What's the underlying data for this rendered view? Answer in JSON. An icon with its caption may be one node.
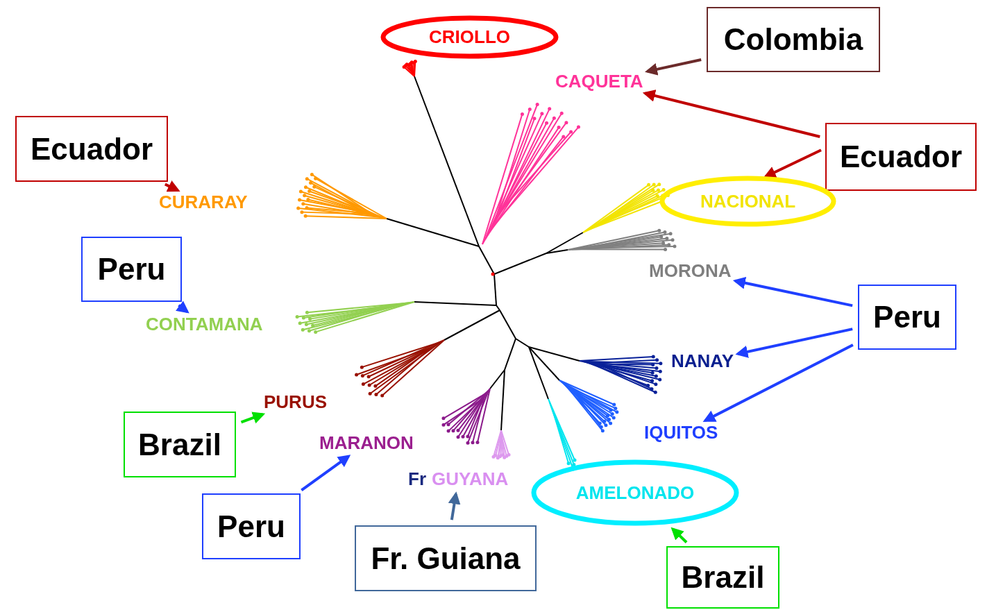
{
  "diagram": {
    "nodes": [
      {
        "text": [
          "CRIOLLO"
        ]
      },
      {
        "text": [
          "Colombia"
        ]
      },
      {
        "text": [
          "CAQUETA"
        ]
      },
      {
        "text": [
          "Ecuador"
        ]
      },
      {
        "text": [
          "Ecuador"
        ]
      },
      {
        "text": [
          "CURARAY"
        ]
      },
      {
        "text": [
          "NACIONAL"
        ]
      },
      {
        "text": [
          "Peru"
        ]
      },
      {
        "text": [
          "MORONA"
        ]
      },
      {
        "text": [
          "Peru"
        ]
      },
      {
        "text": [
          "CONTAMANA"
        ]
      },
      {
        "text": [
          "NANAY"
        ]
      },
      {
        "text": [
          "PURUS"
        ]
      },
      {
        "text": [
          "Brazil"
        ]
      },
      {
        "text": [
          "IQUITOS"
        ]
      },
      {
        "text": [
          "MARANON"
        ]
      },
      {
        "text": [
          "Fr",
          "GUYANA"
        ]
      },
      {
        "text": [
          "Peru"
        ]
      },
      {
        "text": [
          "AMELONADO"
        ]
      },
      {
        "text": [
          "Fr. Guiana"
        ]
      },
      {
        "text": [
          "Brazil"
        ]
      }
    ],
    "edges": [
      {
        "from": 1,
        "to": 2,
        "arrow": "to",
        "color": "#6b2a2a"
      },
      {
        "from": 3,
        "to": 5,
        "arrow": "to",
        "color": "#c00000"
      },
      {
        "from": 4,
        "to": 2,
        "arrow": "to",
        "color": "#c00000"
      },
      {
        "from": 4,
        "to": 6,
        "arrow": "to",
        "color": "#c00000"
      },
      {
        "from": 7,
        "to": 10,
        "arrow": "to"
      },
      {
        "from": 9,
        "to": 8,
        "arrow": "to"
      },
      {
        "from": 9,
        "to": 11,
        "arrow": "to"
      },
      {
        "from": 9,
        "to": 14,
        "arrow": "to"
      },
      {
        "from": 13,
        "to": 12,
        "arrow": "to",
        "color": "#00e000"
      },
      {
        "from": 17,
        "to": 15,
        "arrow": "to"
      },
      {
        "from": 19,
        "to": 16,
        "arrow": "to",
        "color": "#41689a"
      },
      {
        "from": 20,
        "to": 18,
        "arrow": "to",
        "color": "#00e000"
      }
    ]
  }
}
